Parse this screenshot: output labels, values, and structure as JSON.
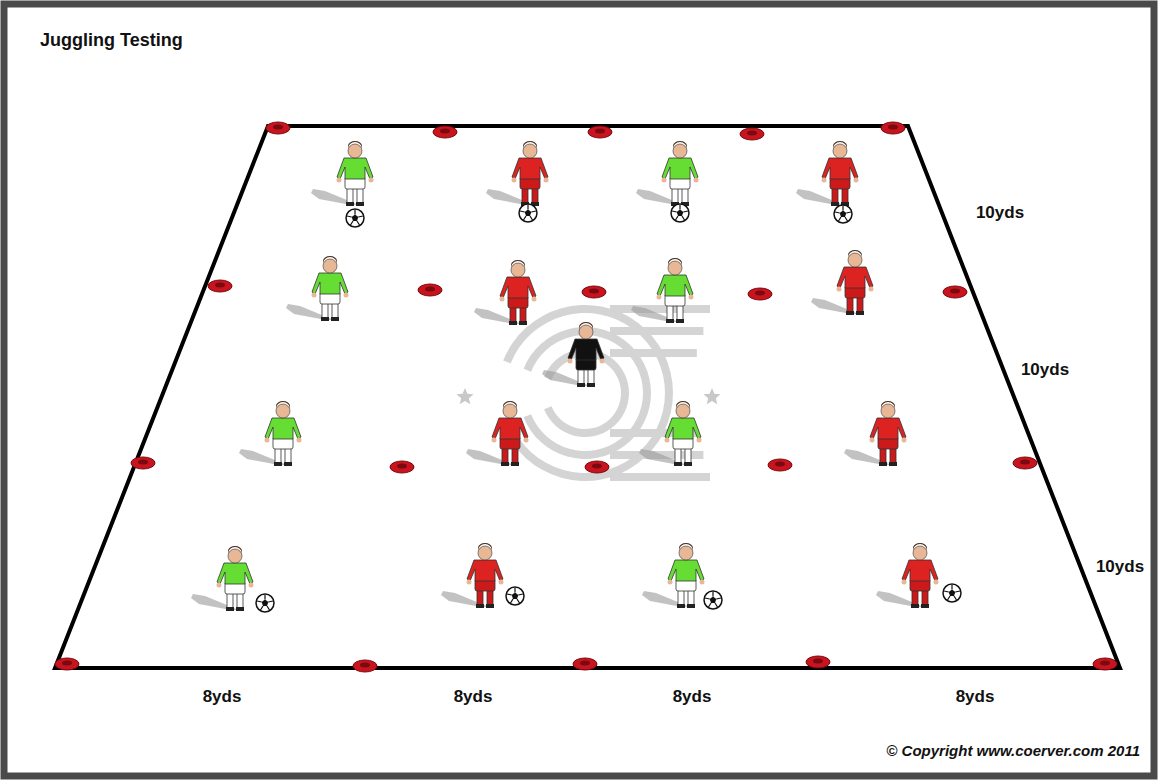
{
  "diagram": {
    "title": "Juggling Testing",
    "caption": "© Copyright www.coerver.com 2011",
    "labels": [
      "10yds",
      "10yds",
      "10yds",
      "8yds",
      "8yds",
      "8yds",
      "8yds"
    ]
  }
}
